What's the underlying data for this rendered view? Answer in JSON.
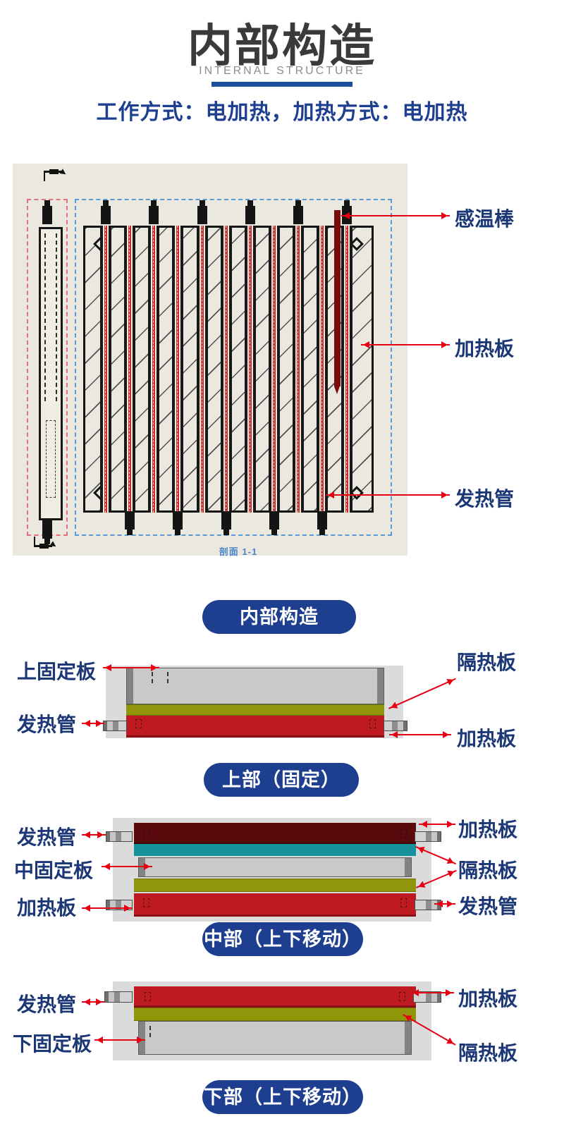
{
  "header": {
    "title": "内部构造",
    "subtitle": "INTERNAL STRUCTURE",
    "tagline": "工作方式：电加热，加热方式：电加热"
  },
  "main_diagram": {
    "caption": "剖面 1-1",
    "label_sensor": "感温棒",
    "label_heating_plate": "加热板",
    "label_heating_tube": "发热管",
    "pill": "内部构造"
  },
  "section_top": {
    "pill": "上部（固定）",
    "label_upper_fixed_plate": "上固定板",
    "label_heating_tube": "发热管",
    "label_insulation_plate": "隔热板",
    "label_heating_plate": "加热板"
  },
  "section_middle": {
    "pill": "中部（上下移动）",
    "label_left_tube": "发热管",
    "label_mid_fixed_plate": "中固定板",
    "label_left_heating_plate": "加热板",
    "label_right_heating_plate": "加热板",
    "label_insulation_plate": "隔热板",
    "label_right_tube": "发热管"
  },
  "section_bottom": {
    "pill": "下部（上下移动）",
    "label_heating_tube": "发热管",
    "label_lower_fixed_plate": "下固定板",
    "label_heating_plate": "加热板",
    "label_insulation_plate": "隔热板"
  },
  "colors": {
    "accent_blue": "#1e3f8f",
    "label_navy": "#1c3775",
    "arrow_red": "#e60012",
    "heater_red": "#bf1a22",
    "heater_dark_red": "#5a0a0c",
    "insulation_olive": "#91950a",
    "insulation_teal": "#15929b",
    "fixed_plate_gray": "#c9c9c9",
    "drawing_background": "#ebe8df"
  }
}
